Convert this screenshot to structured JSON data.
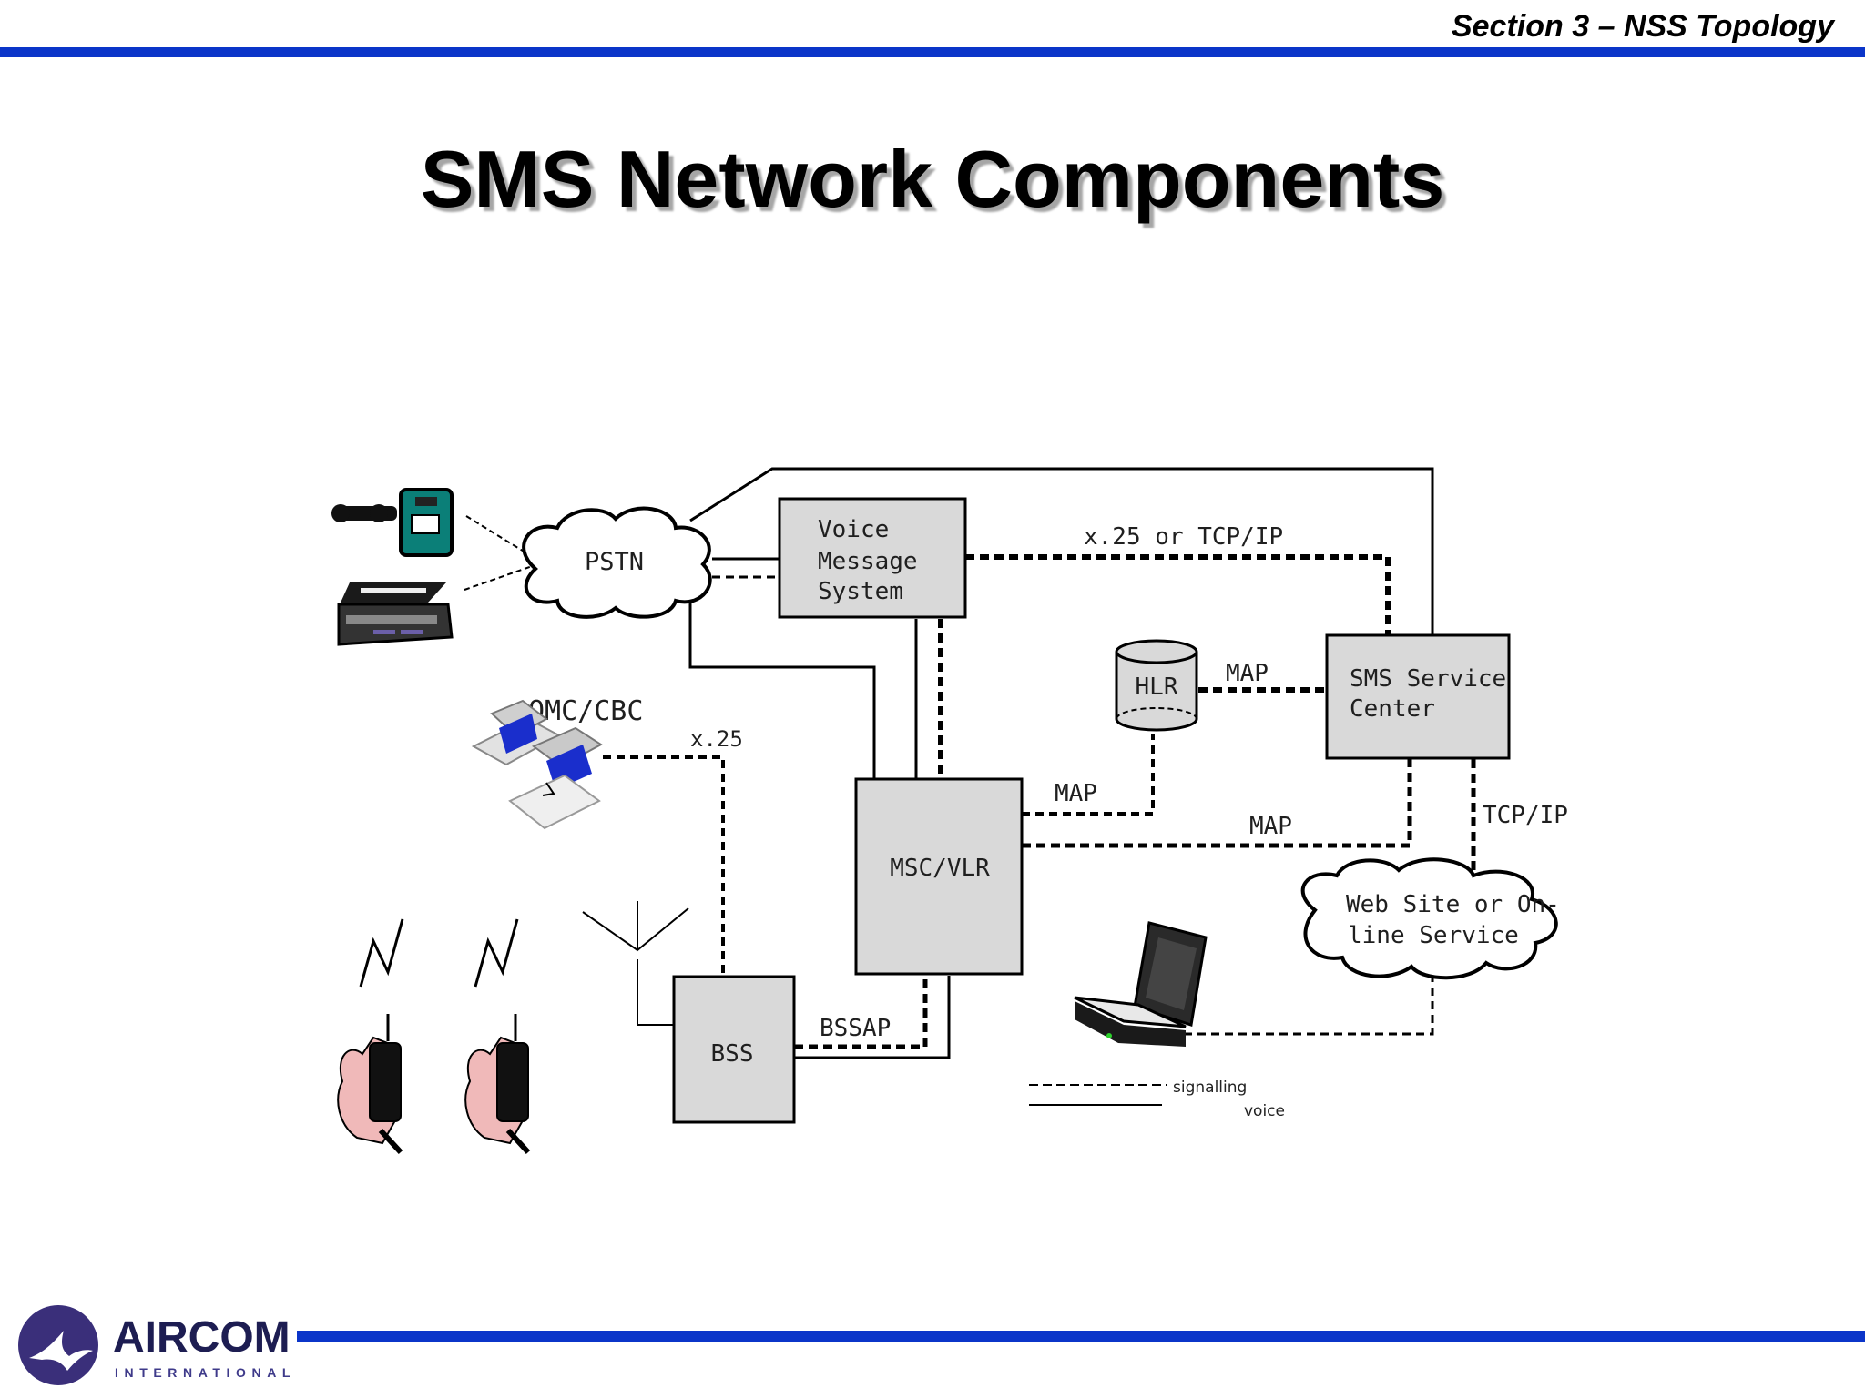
{
  "header": {
    "section_title": "Section 3 – NSS Topology",
    "accent_color": "#0b35c9"
  },
  "page_title": "SMS Network Components",
  "diagram": {
    "nodes": {
      "pstn": "PSTN",
      "vms": [
        "Voice",
        "Message",
        "System"
      ],
      "hlr": "HLR",
      "smsc": [
        "SMS Service",
        "Center"
      ],
      "omc": "OMC/CBC",
      "msc": "MSC/VLR",
      "bss": "BSS",
      "web": [
        "Web Site or On-",
        "line Service"
      ]
    },
    "links": {
      "vms_smsc": "x.25 or TCP/IP",
      "hlr_smsc": "MAP",
      "omc_bss": "x.25",
      "msc_hlr": "MAP",
      "msc_smsc": "MAP",
      "smsc_web": "TCP/IP",
      "bss_msc": "BSSAP"
    },
    "legend": {
      "signalling": "signalling",
      "voice": "voice"
    },
    "icons": [
      "telephone-icon",
      "fax-machine-icon",
      "workstation-icon",
      "mobile-phone-icon",
      "antenna-icon",
      "laptop-icon"
    ],
    "box_fill": "#d9d9d9"
  },
  "footer": {
    "logo_name": "AIRCOM",
    "logo_sub": "INTERNATIONAL"
  }
}
